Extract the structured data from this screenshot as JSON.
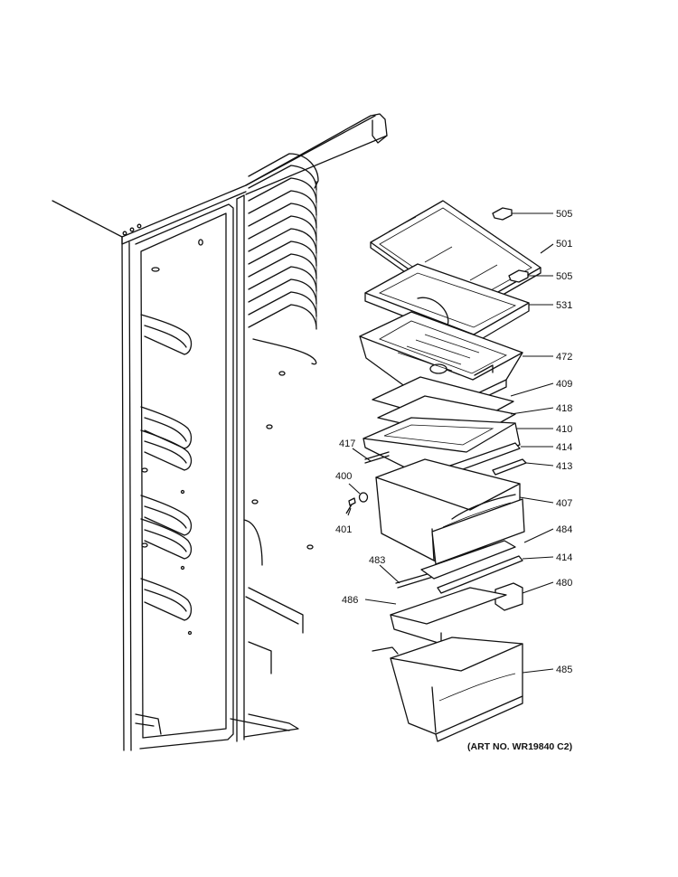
{
  "diagram": {
    "art_number": "(ART NO. WR19840 C2)",
    "part_labels": [
      "505",
      "501",
      "505",
      "531",
      "472",
      "409",
      "418",
      "410",
      "417",
      "414",
      "413",
      "400",
      "407",
      "401",
      "484",
      "483",
      "414",
      "480",
      "486",
      "485"
    ]
  }
}
